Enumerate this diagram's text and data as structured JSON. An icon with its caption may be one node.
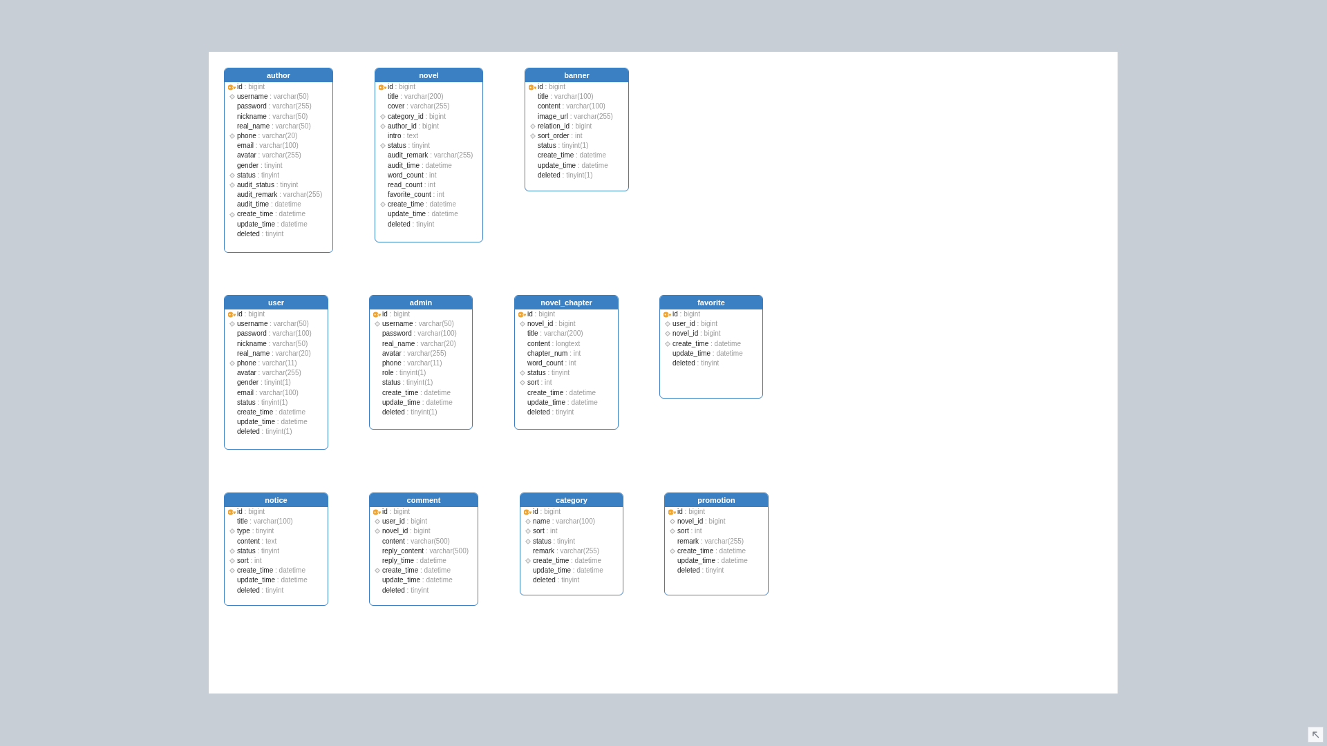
{
  "diagram": {
    "nodes": [
      {
        "text": [
          "author",
          "id : bigint",
          "username : varchar(50)",
          "password : varchar(255)",
          "nickname : varchar(50)",
          "real_name : varchar(50)",
          "phone : varchar(20)",
          "email : varchar(100)",
          "avatar : varchar(255)",
          "gender : tinyint",
          "status : tinyint",
          "audit_status : tinyint",
          "audit_remark : varchar(255)",
          "audit_time : datetime",
          "create_time : datetime",
          "update_time : datetime",
          "deleted : tinyint"
        ]
      },
      {
        "text": [
          "novel",
          "id : bigint",
          "title : varchar(200)",
          "cover : varchar(255)",
          "category_id : bigint",
          "author_id : bigint",
          "intro : text",
          "status : tinyint",
          "audit_remark : varchar(255)",
          "audit_time : datetime",
          "word_count : int",
          "read_count : int",
          "favorite_count : int",
          "create_time : datetime",
          "update_time : datetime",
          "deleted : tinyint"
        ]
      },
      {
        "text": [
          "banner",
          "id : bigint",
          "title : varchar(100)",
          "content : varchar(100)",
          "image_url : varchar(255)",
          "relation_id : bigint",
          "sort_order : int",
          "status : tinyint(1)",
          "create_time : datetime",
          "update_time : datetime",
          "deleted : tinyint(1)"
        ]
      },
      {
        "text": [
          "user",
          "id : bigint",
          "username : varchar(50)",
          "password : varchar(100)",
          "nickname : varchar(50)",
          "real_name : varchar(20)",
          "phone : varchar(11)",
          "avatar : varchar(255)",
          "gender : tinyint(1)",
          "email : varchar(100)",
          "status : tinyint(1)",
          "create_time : datetime",
          "update_time : datetime",
          "deleted : tinyint(1)"
        ]
      },
      {
        "text": [
          "admin",
          "id : bigint",
          "username : varchar(50)",
          "password : varchar(100)",
          "real_name : varchar(20)",
          "avatar : varchar(255)",
          "phone : varchar(11)",
          "role : tinyint(1)",
          "status : tinyint(1)",
          "create_time : datetime",
          "update_time : datetime",
          "deleted : tinyint(1)"
        ]
      },
      {
        "text": [
          "novel_chapter",
          "id : bigint",
          "novel_id : bigint",
          "title : varchar(200)",
          "content : longtext",
          "chapter_num : int",
          "word_count : int",
          "status : tinyint",
          "sort : int",
          "create_time : datetime",
          "update_time : datetime",
          "deleted : tinyint"
        ]
      },
      {
        "text": [
          "favorite",
          "id : bigint",
          "user_id : bigint",
          "novel_id : bigint",
          "create_time : datetime",
          "update_time : datetime",
          "deleted : tinyint"
        ]
      },
      {
        "text": [
          "notice",
          "id : bigint",
          "title : varchar(100)",
          "type : tinyint",
          "content : text",
          "status : tinyint",
          "sort : int",
          "create_time : datetime",
          "update_time : datetime",
          "deleted : tinyint"
        ]
      },
      {
        "text": [
          "comment",
          "id : bigint",
          "user_id : bigint",
          "novel_id : bigint",
          "content : varchar(500)",
          "reply_content : varchar(500)",
          "reply_time : datetime",
          "create_time : datetime",
          "update_time : datetime",
          "deleted : tinyint"
        ]
      },
      {
        "text": [
          "category",
          "id : bigint",
          "name : varchar(100)",
          "sort : int",
          "status : tinyint",
          "remark : varchar(255)",
          "create_time : datetime",
          "update_time : datetime",
          "deleted : tinyint"
        ]
      },
      {
        "text": [
          "promotion",
          "id : bigint",
          "novel_id : bigint",
          "sort : int",
          "remark : varchar(255)",
          "create_time : datetime",
          "update_time : datetime",
          "deleted : tinyint"
        ]
      }
    ]
  }
}
